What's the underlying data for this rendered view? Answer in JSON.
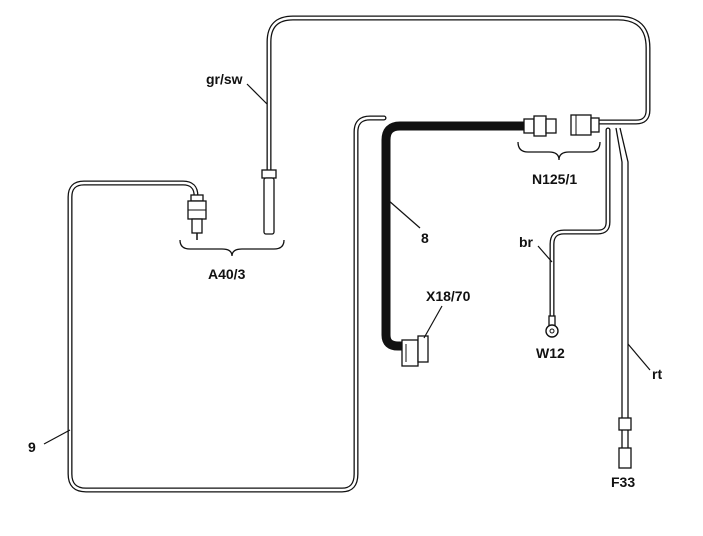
{
  "labels": {
    "wire_grsw": "gr/sw",
    "sensor_a40": "A40/3",
    "harness_8": "8",
    "connector_n125": "N125/1",
    "wire_br": "br",
    "connector_x18": "X18/70",
    "ground_w12": "W12",
    "wire_rt": "rt",
    "harness_9": "9",
    "fuse_f33": "F33"
  }
}
